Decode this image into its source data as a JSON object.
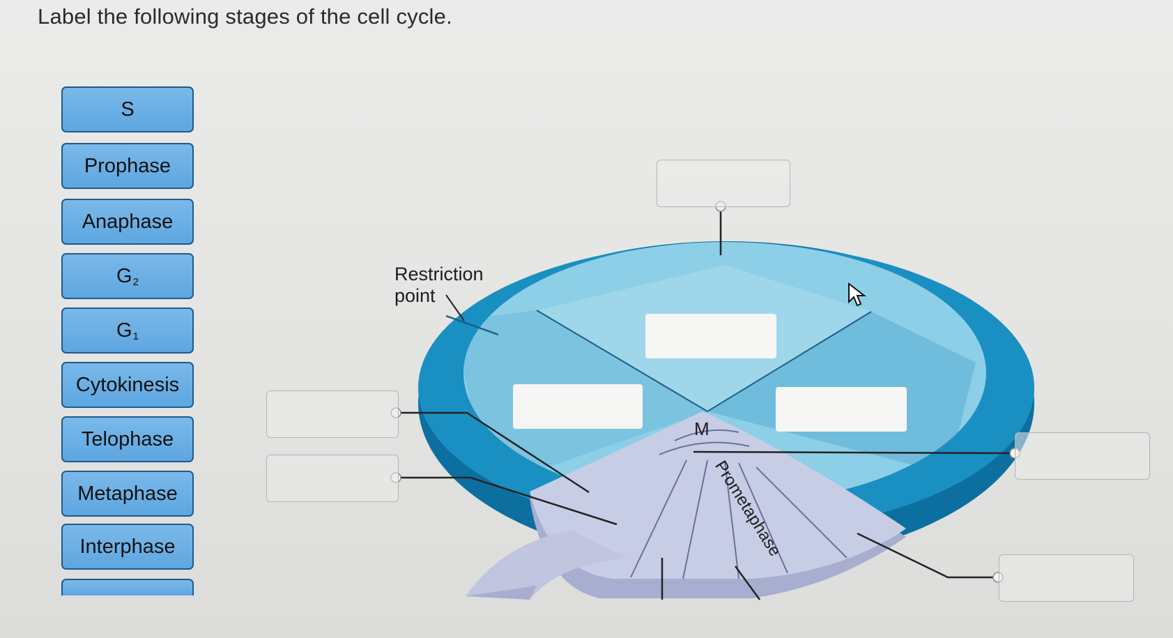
{
  "instruction": "Label the following stages of the cell cycle.",
  "label_bank": [
    {
      "main": "S",
      "sub": ""
    },
    {
      "main": "Prophase",
      "sub": ""
    },
    {
      "main": "Anaphase",
      "sub": ""
    },
    {
      "main": "G",
      "sub": "2"
    },
    {
      "main": "G",
      "sub": "1"
    },
    {
      "main": "Cytokinesis",
      "sub": ""
    },
    {
      "main": "Telophase",
      "sub": ""
    },
    {
      "main": "Metaphase",
      "sub": ""
    },
    {
      "main": "Interphase",
      "sub": ""
    }
  ],
  "diagram": {
    "restriction_point_line1": "Restriction",
    "restriction_point_line2": "point",
    "m_phase_label": "M",
    "prometaphase_label": "Prometaphase"
  },
  "colors": {
    "chip_fill": "#6aaee4",
    "chip_border": "#1f5a8c",
    "ring_outer": "#1a8fc2",
    "ring_inner": "#8ccfe6",
    "m_wedge": "#c8cde6"
  }
}
